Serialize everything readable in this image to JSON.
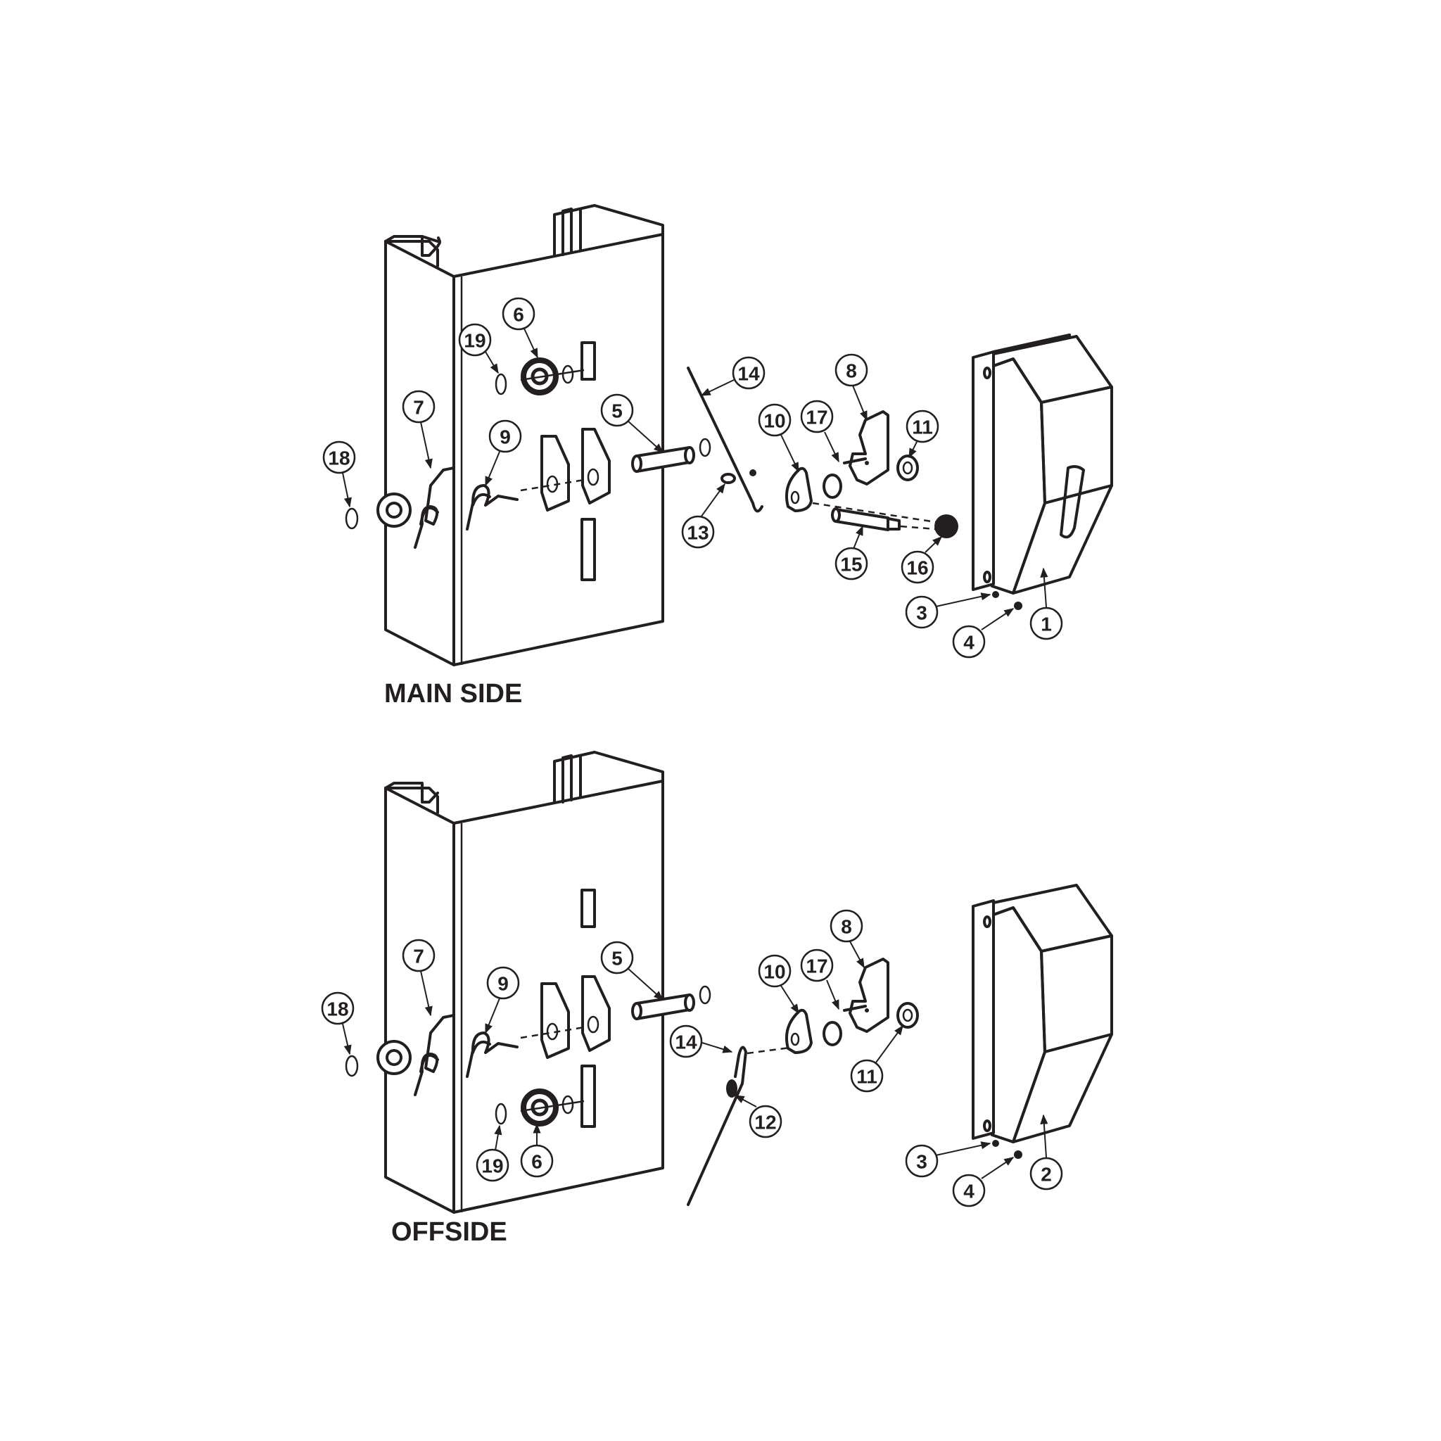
{
  "sections": [
    {
      "title": "MAIN SIDE",
      "callouts": [
        "1",
        "3",
        "4",
        "5",
        "6",
        "7",
        "8",
        "9",
        "10",
        "11",
        "13",
        "14",
        "15",
        "16",
        "17",
        "18",
        "19"
      ]
    },
    {
      "title": "OFFSIDE",
      "callouts": [
        "2",
        "3",
        "4",
        "5",
        "6",
        "7",
        "8",
        "9",
        "10",
        "11",
        "12",
        "14",
        "17",
        "18",
        "19"
      ]
    }
  ],
  "colors": {
    "line": "#231f20",
    "background": "#ffffff"
  }
}
